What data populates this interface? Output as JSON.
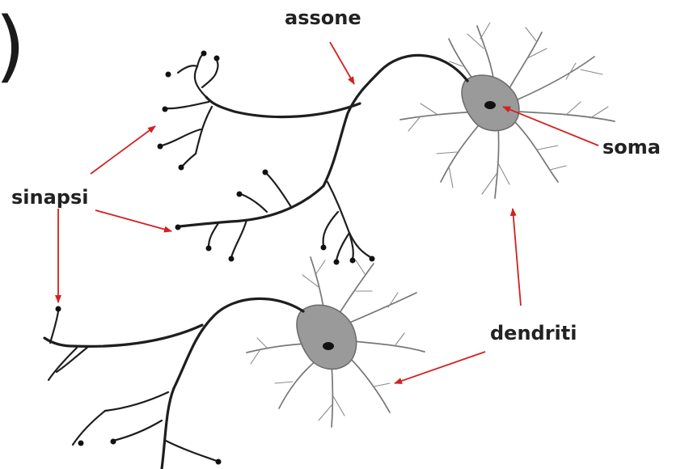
{
  "title_fragment": ")",
  "labels": {
    "axon": "assone",
    "soma": "soma",
    "synapse": "sinapsi",
    "dendrites": "dendriti"
  },
  "colors": {
    "arrow": "#d42020",
    "axon": "#1e1e1e",
    "dendrite": "#777777",
    "soma": "#9a9a9a",
    "nucleus": "#111111",
    "text": "#222222"
  }
}
